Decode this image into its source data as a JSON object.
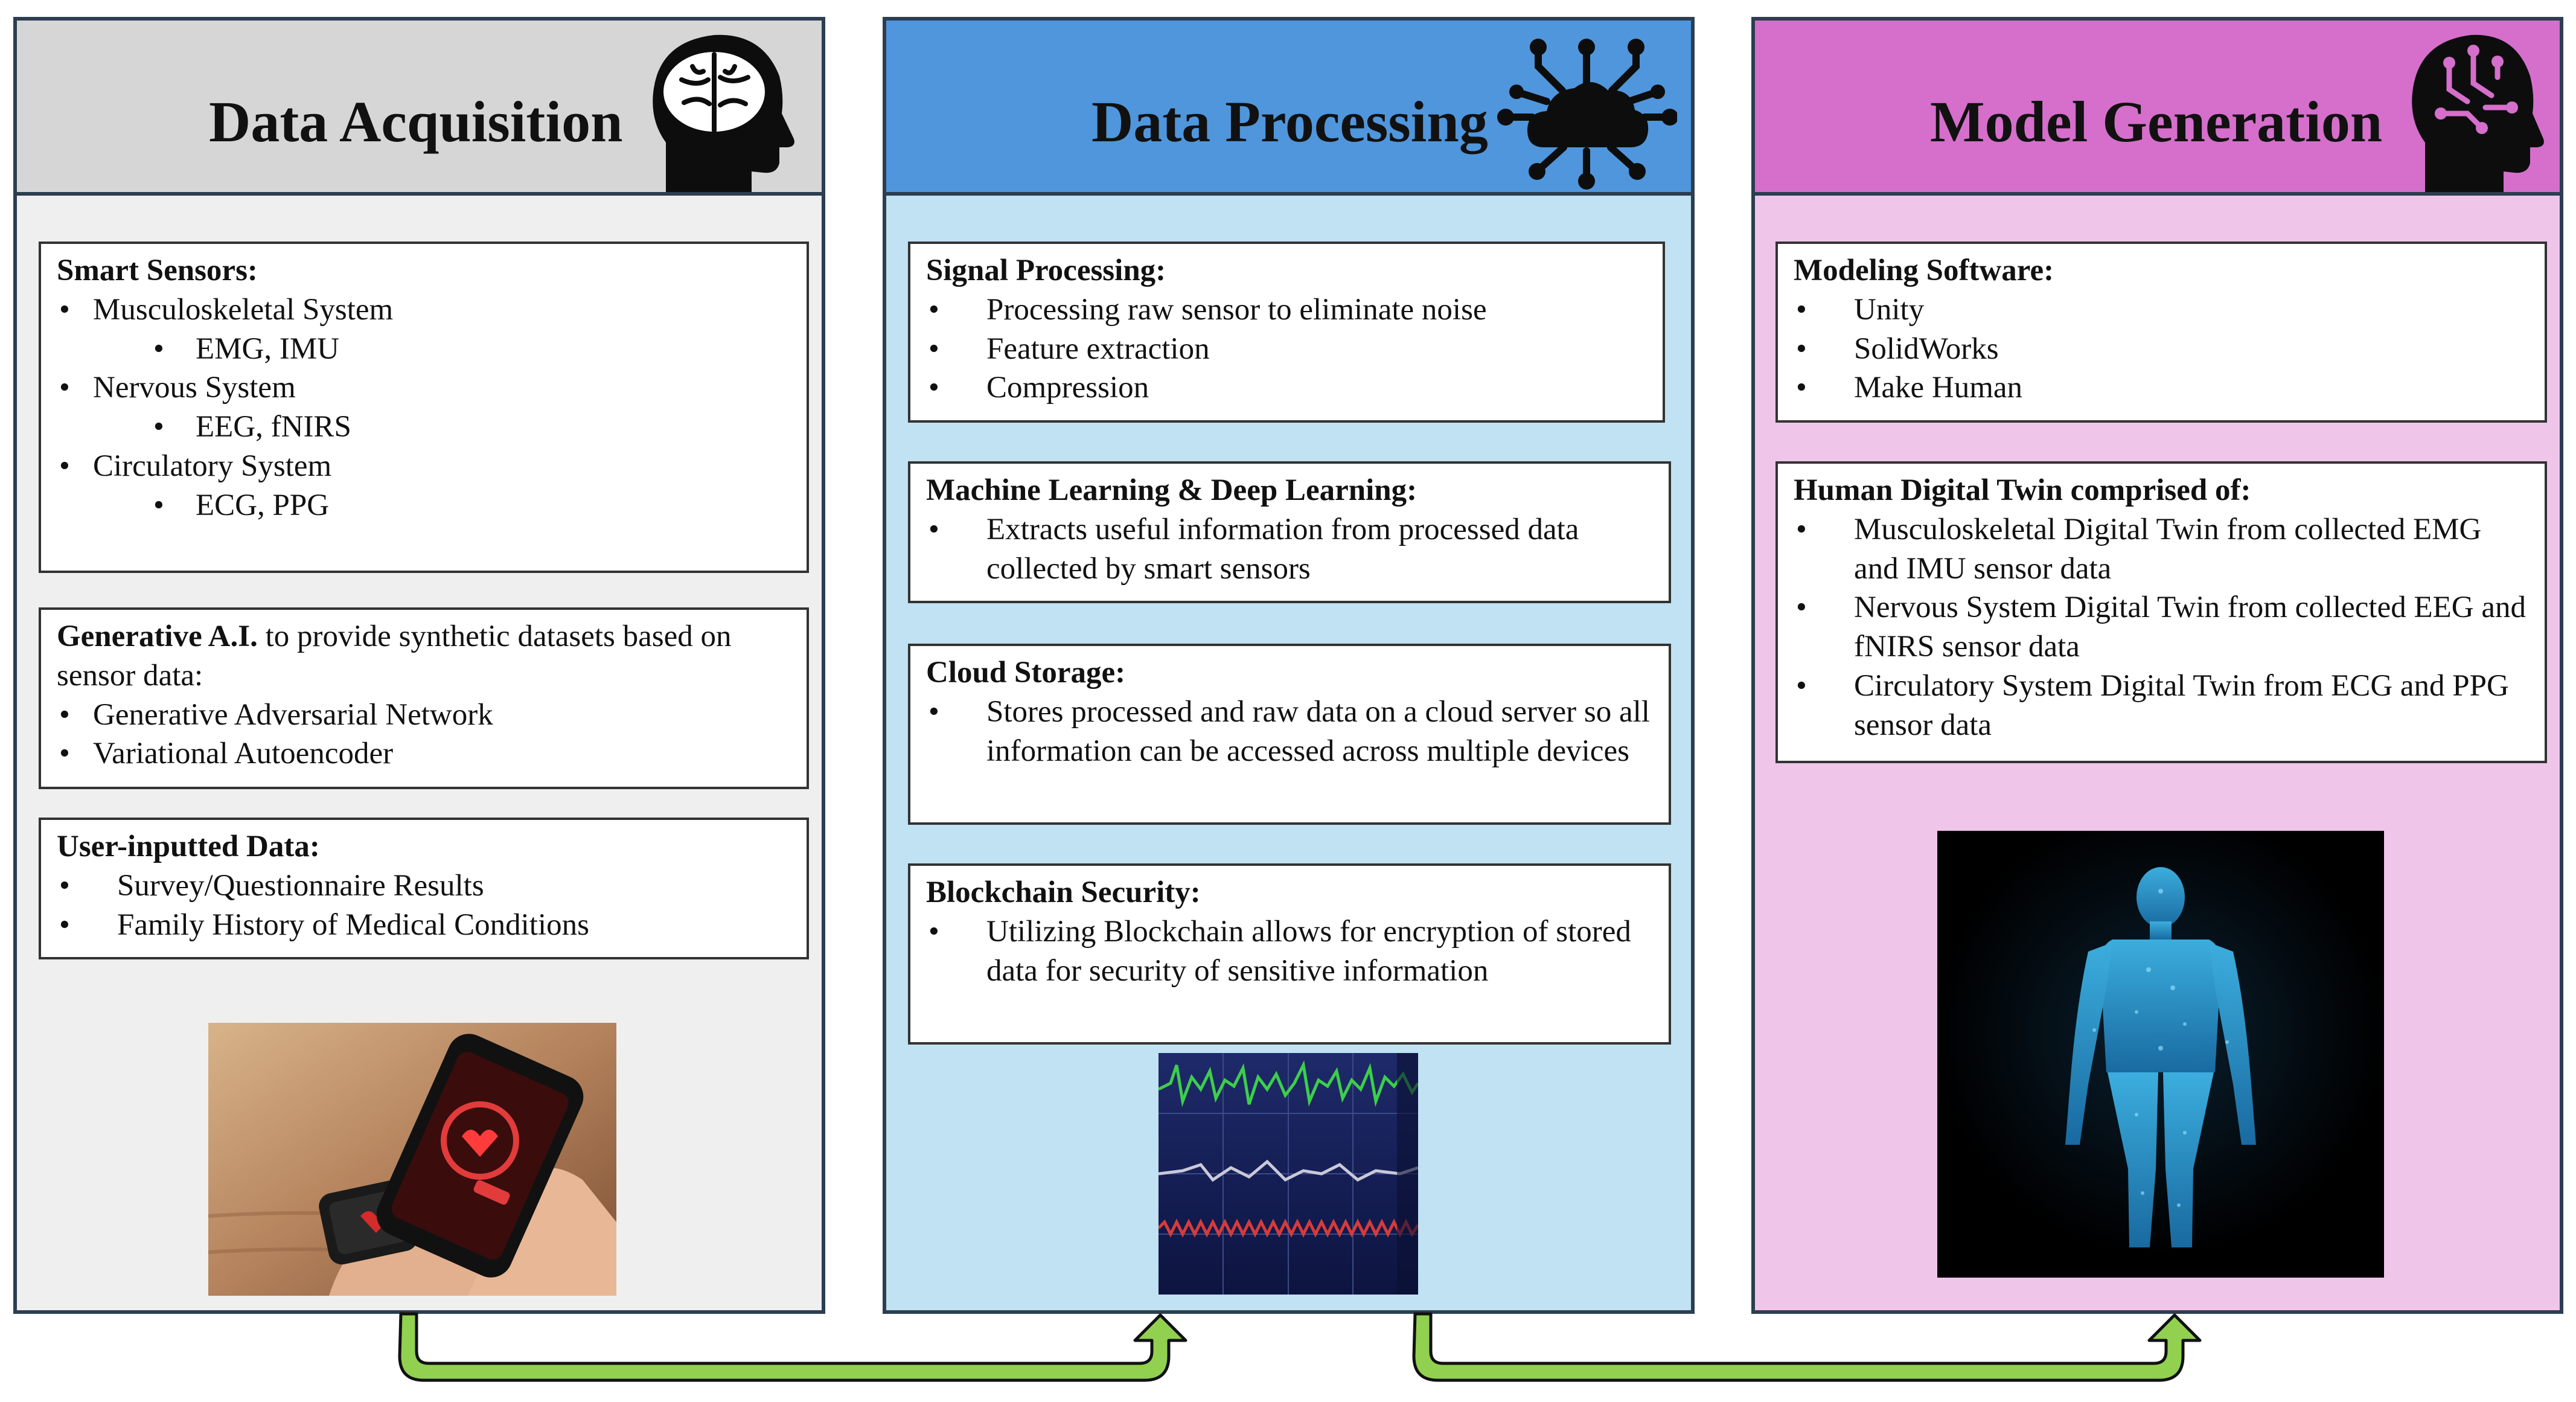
{
  "columns": [
    {
      "title": "Data Acquisition",
      "icon": "brain-head-icon",
      "boxes": [
        {
          "heading": "Smart Sensors:",
          "items": [
            "Musculoskeletal System",
            "EMG, IMU",
            "Nervous System",
            "EEG, fNIRS",
            "Circulatory System",
            "ECG, PPG"
          ]
        },
        {
          "heading": "Generative A.I.",
          "heading_rest": " to provide synthetic datasets based on sensor data:",
          "items": [
            "Generative Adversarial Network",
            "Variational Autoencoder"
          ]
        },
        {
          "heading": "User-inputted Data:",
          "items": [
            "Survey/Questionnaire Results",
            "Family History of Medical Conditions"
          ]
        }
      ],
      "image": "smartwatch-phone-heart-photo"
    },
    {
      "title": "Data Processing",
      "icon": "cloud-network-icon",
      "boxes": [
        {
          "heading": "Signal Processing:",
          "items": [
            "Processing raw sensor to eliminate noise",
            "Feature extraction",
            "Compression"
          ]
        },
        {
          "heading": "Machine Learning & Deep Learning:",
          "items": [
            "Extracts useful information from processed data collected by smart sensors"
          ]
        },
        {
          "heading": "Cloud Storage:",
          "items": [
            "Stores processed and raw data on a cloud server so all information can be accessed across multiple devices"
          ]
        },
        {
          "heading": "Blockchain Security:",
          "items": [
            "Utilizing Blockchain allows for encryption of stored data for security of sensitive information"
          ]
        }
      ],
      "image": "signal-waveform-monitor-photo"
    },
    {
      "title": "Model Generation",
      "icon": "ai-circuit-head-icon",
      "boxes": [
        {
          "heading": "Modeling Software:",
          "items": [
            "Unity",
            "SolidWorks",
            "Make Human"
          ]
        },
        {
          "heading": "Human Digital Twin comprised of:",
          "items": [
            "Musculoskeletal Digital Twin from collected EMG and IMU sensor data",
            "Nervous System Digital Twin from collected EEG and fNIRS sensor data",
            "Circulatory System Digital Twin from ECG and PPG sensor data"
          ]
        }
      ],
      "image": "digital-human-body-photo"
    }
  ],
  "colors": {
    "acquisition_header": "#d6d6d6",
    "acquisition_body": "#efefef",
    "processing_header": "#4f96dc",
    "processing_body": "#c0e2f2",
    "generation_header": "#d56fcb",
    "generation_body": "#efc5ea",
    "arrow_fill": "#92d050"
  }
}
